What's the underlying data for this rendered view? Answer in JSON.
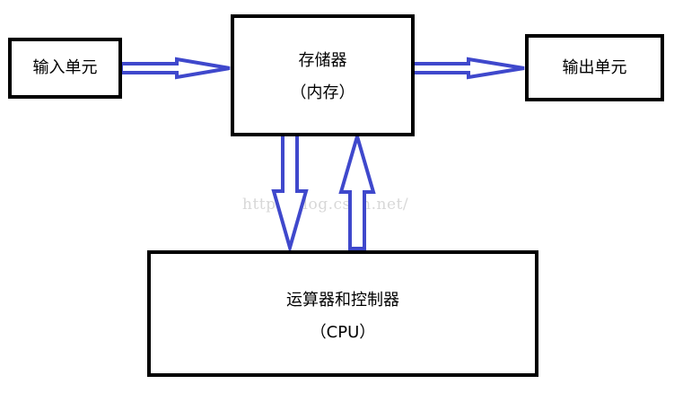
{
  "diagram": {
    "input_unit": {
      "label": "输入单元"
    },
    "memory": {
      "line1": "存储器",
      "line2": "（内存）"
    },
    "output_unit": {
      "label": "输出单元"
    },
    "cpu": {
      "line1": "运算器和控制器",
      "line2": "（CPU）"
    },
    "watermark": "http://blog.csdn.net/",
    "colors": {
      "arrow_fill": "#ffffff",
      "arrow_stroke": "#3f48cc",
      "box_border": "#000000"
    },
    "connections": [
      {
        "from": "input_unit",
        "to": "memory",
        "direction": "right"
      },
      {
        "from": "memory",
        "to": "output_unit",
        "direction": "right"
      },
      {
        "from": "memory",
        "to": "cpu",
        "direction": "down"
      },
      {
        "from": "cpu",
        "to": "memory",
        "direction": "up"
      }
    ]
  }
}
